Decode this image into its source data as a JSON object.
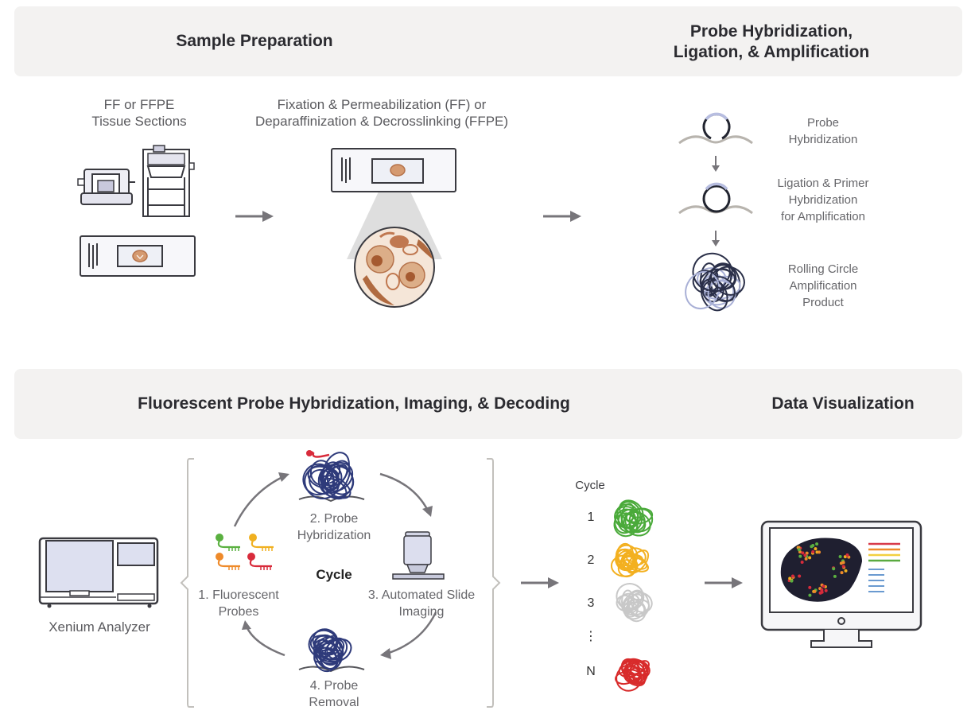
{
  "sections": {
    "sample_preparation": {
      "title": "Sample Preparation",
      "steps": [
        {
          "label_line1": "FF or FFPE",
          "label_line2": "Tissue Sections",
          "icon": "microtome-cryostat-and-slide-icon"
        },
        {
          "label_line1": "Fixation & Permeabilization (FF) or",
          "label_line2": "Deparaffinization & Decrosslinking (FFPE)",
          "icon": "slide-with-tissue-magnified-icon"
        }
      ]
    },
    "probe_hybridization": {
      "title_line1": "Probe Hybridization,",
      "title_line2": "Ligation, & Amplification",
      "steps": [
        {
          "lines": [
            "Probe",
            "Hybridization"
          ],
          "icon": "padlock-probe-icon"
        },
        {
          "lines": [
            "Ligation & Primer",
            "Hybridization",
            "for Amplification"
          ],
          "icon": "ligated-circle-icon"
        },
        {
          "lines": [
            "Rolling Circle",
            "Amplification",
            "Product"
          ],
          "icon": "rca-product-icon"
        }
      ]
    },
    "fluorescent_decoding": {
      "title": "Fluorescent Probe Hybridization, Imaging, & Decoding",
      "instrument_label": "Xenium Analyzer",
      "cycle_center_label": "Cycle",
      "cycle_steps": [
        {
          "lines": [
            "1. Fluorescent",
            "Probes"
          ]
        },
        {
          "lines": [
            "2. Probe",
            "Hybridization"
          ]
        },
        {
          "lines": [
            "3. Automated Slide",
            "Imaging"
          ]
        },
        {
          "lines": [
            "4. Probe",
            "Removal"
          ]
        }
      ],
      "cycle_list": {
        "header": "Cycle",
        "rows": [
          {
            "label": "1",
            "color": "#4aaa3a"
          },
          {
            "label": "2",
            "color": "#f3b020"
          },
          {
            "label": "3",
            "color": "#c8c8c8"
          },
          {
            "label": "⋮",
            "color": null
          },
          {
            "label": "N",
            "color": "#d82b2b"
          }
        ]
      }
    },
    "data_visualization": {
      "title": "Data Visualization",
      "legend_colors": [
        "#d83a4a",
        "#ef8a2a",
        "#f2d040",
        "#5aaa40"
      ],
      "list_color": "#6a9ad0"
    }
  },
  "colors": {
    "band_bg": "#f3f2f1",
    "arrow": "#77757a",
    "rca_dark": "#2e3a7a",
    "tissue": "#c07850",
    "probe_green": "#5ab040",
    "probe_yellow": "#f0b020",
    "probe_orange": "#ee8a2a",
    "probe_red": "#d82b3b"
  }
}
